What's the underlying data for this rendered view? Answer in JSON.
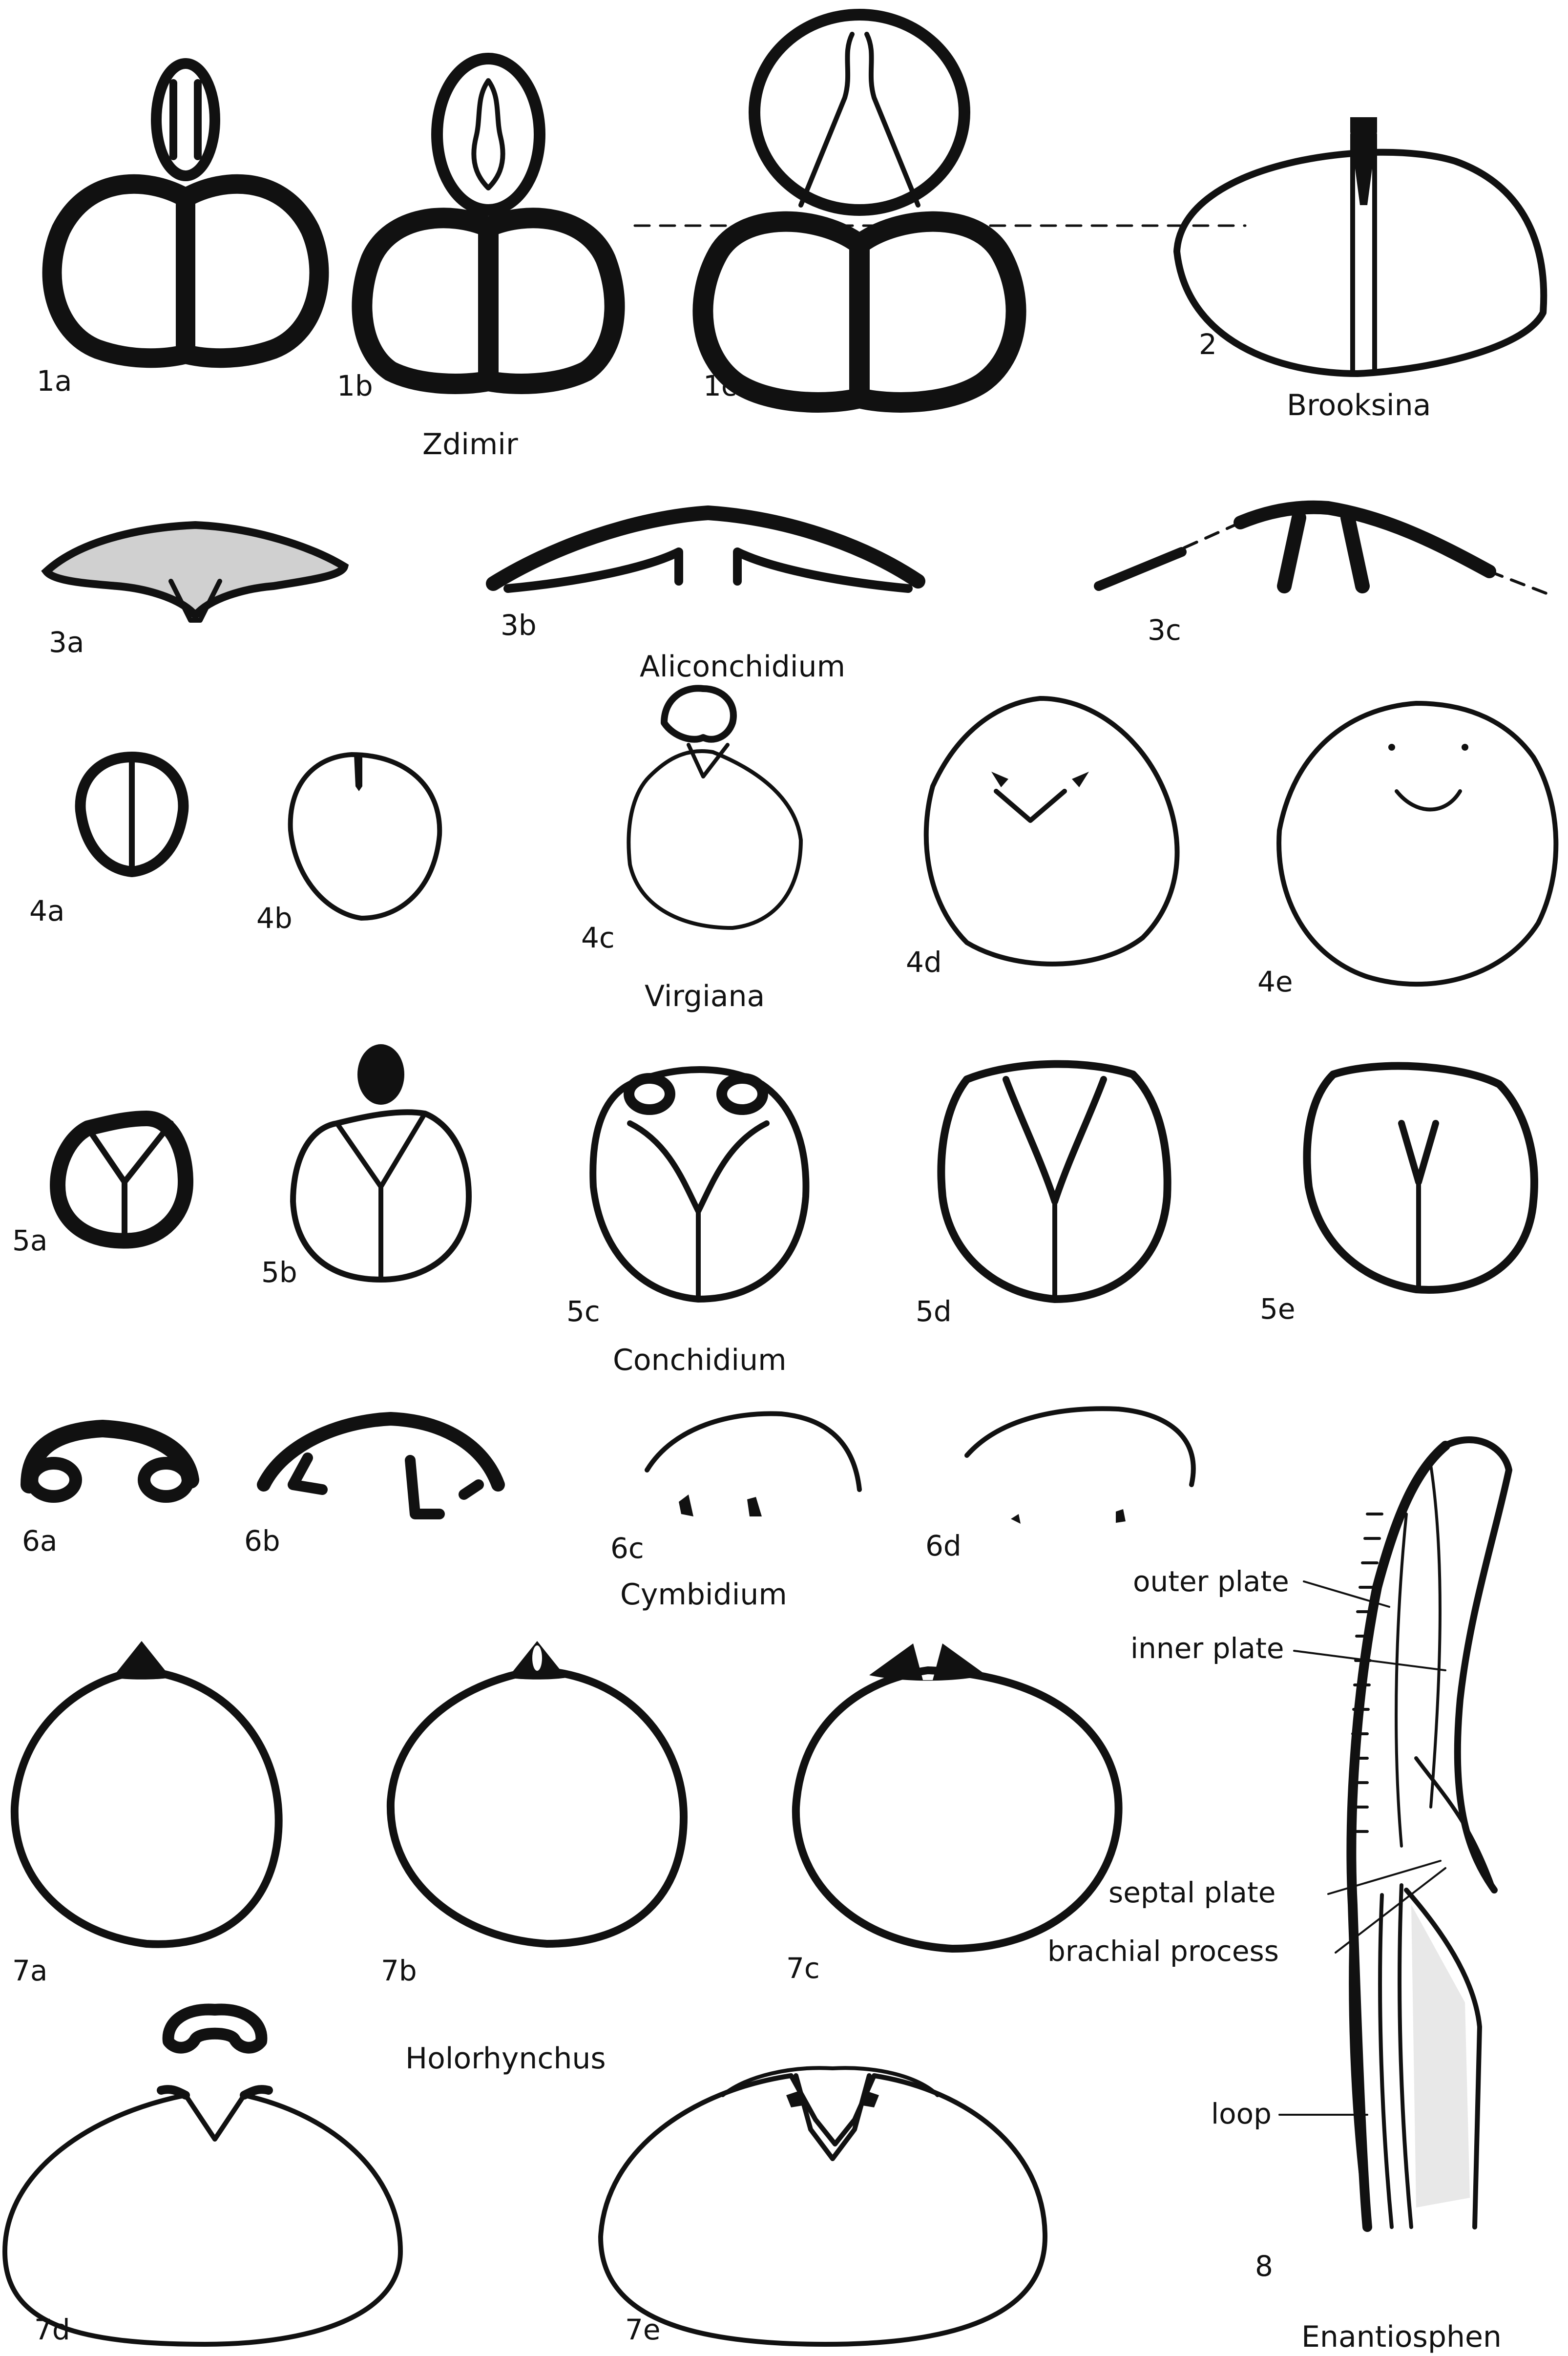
{
  "figure_labels": {
    "f1a": "1a",
    "f1b": "1b",
    "f1c": "1c",
    "f2": "2",
    "f3a": "3a",
    "f3b": "3b",
    "f3c": "3c",
    "f4a": "4a",
    "f4b": "4b",
    "f4c": "4c",
    "f4d": "4d",
    "f4e": "4e",
    "f5a": "5a",
    "f5b": "5b",
    "f5c": "5c",
    "f5d": "5d",
    "f5e": "5e",
    "f6a": "6a",
    "f6b": "6b",
    "f6c": "6c",
    "f6d": "6d",
    "f7a": "7a",
    "f7b": "7b",
    "f7c": "7c",
    "f7d": "7d",
    "f7e": "7e",
    "f8": "8"
  },
  "genus_names": {
    "zdimir": "Zdimir",
    "brooksina": "Brooksina",
    "aliconchidium": "Aliconchidium",
    "virgiana": "Virgiana",
    "conchidium": "Conchidium",
    "cymbidium": "Cymbidium",
    "holorhynchus": "Holorhynchus",
    "enantiosphen": "Enantiosphen"
  },
  "annotations": {
    "outer_plate": "outer plate",
    "inner_plate": "inner plate",
    "septal_plate": "septal plate",
    "brachial_process": "brachial process",
    "loop": "loop"
  }
}
